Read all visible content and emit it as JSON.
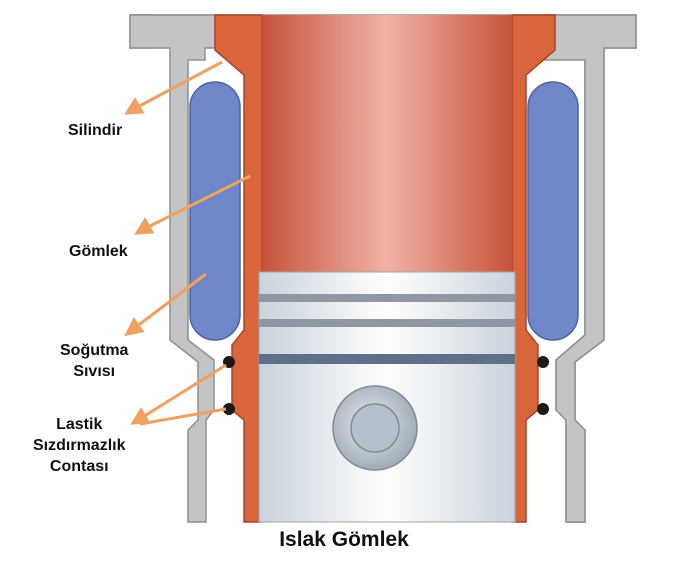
{
  "labels": {
    "cylinder": "Silindir",
    "liner": "Gömlek",
    "coolant_line1": "Soğutma",
    "coolant_line2": "Sıvısı",
    "seal_line1": "Lastik",
    "seal_line2": "Sızdırmazlık",
    "seal_line3": "Contası"
  },
  "caption": "Islak Gömlek",
  "colors": {
    "cylinder_grey": "#c8c9cb",
    "cylinder_dark": "#9a9b9d",
    "liner": "#d9653c",
    "liner_dark": "#a9442a",
    "coolant": "#6f86c8",
    "piston": "#dde6ef",
    "arrow": "#f0a060",
    "seal": "#1a1a1a"
  }
}
